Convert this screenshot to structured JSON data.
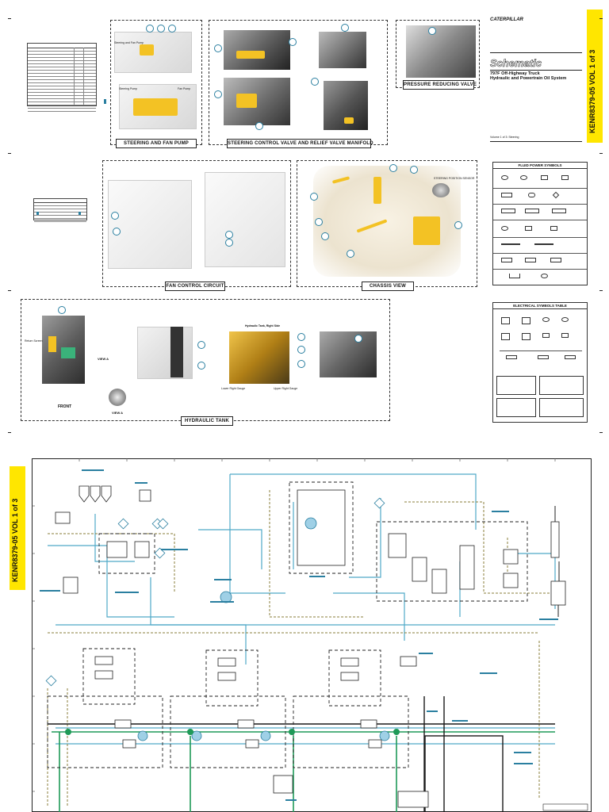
{
  "brand": {
    "logo": "CATERPILLAR"
  },
  "title_block": {
    "title": "Schematic",
    "subtitle_line1": "797F Off-Highway Truck",
    "subtitle_line2": "Hydraulic and Powertrain Oil System",
    "volume_note": "Volume 1 of 3: Steering"
  },
  "banner": {
    "text": "KENR8379-05 VOL 1 of 3"
  },
  "panels": {
    "steering_fan_pump": {
      "caption": "STEERING AND FAN PUMP",
      "labels": [
        "Steering and Fan Pump",
        "Steering Pump",
        "Fan Pump"
      ]
    },
    "steering_control_valve": {
      "caption": "STEERING CONTROL VALVE AND RELIEF VALVE MANIFOLD"
    },
    "pressure_reducing_valve": {
      "caption": "PRESSURE REDUCING VALVE"
    },
    "fan_control": {
      "caption": "FAN CONTROL CIRCUIT"
    },
    "chassis_view": {
      "caption": "CHASSIS VIEW",
      "labels": [
        "STEERING POSITION SENSOR"
      ]
    },
    "hydraulic_tank": {
      "caption": "HYDRAULIC TANK",
      "labels": [
        "Hydraulic Tank, Right Side",
        "FRONT",
        "VIEW A",
        "VIEW A",
        "Lower Right Gauge",
        "Upper Right Gauge",
        "Return Screen"
      ]
    }
  },
  "legends": {
    "fluid_power": {
      "title": "FLUID POWER SYMBOLS"
    },
    "electrical": {
      "title": "ELECTRICAL SYMBOLS TABLE"
    }
  },
  "colors": {
    "accent_yellow": "#ffe600",
    "component_yellow": "#f3c224",
    "line_blue": "#4fa9c8",
    "line_green": "#1f9a58",
    "line_olive": "#8a7d3a",
    "line_dark": "#1a1a1a"
  }
}
